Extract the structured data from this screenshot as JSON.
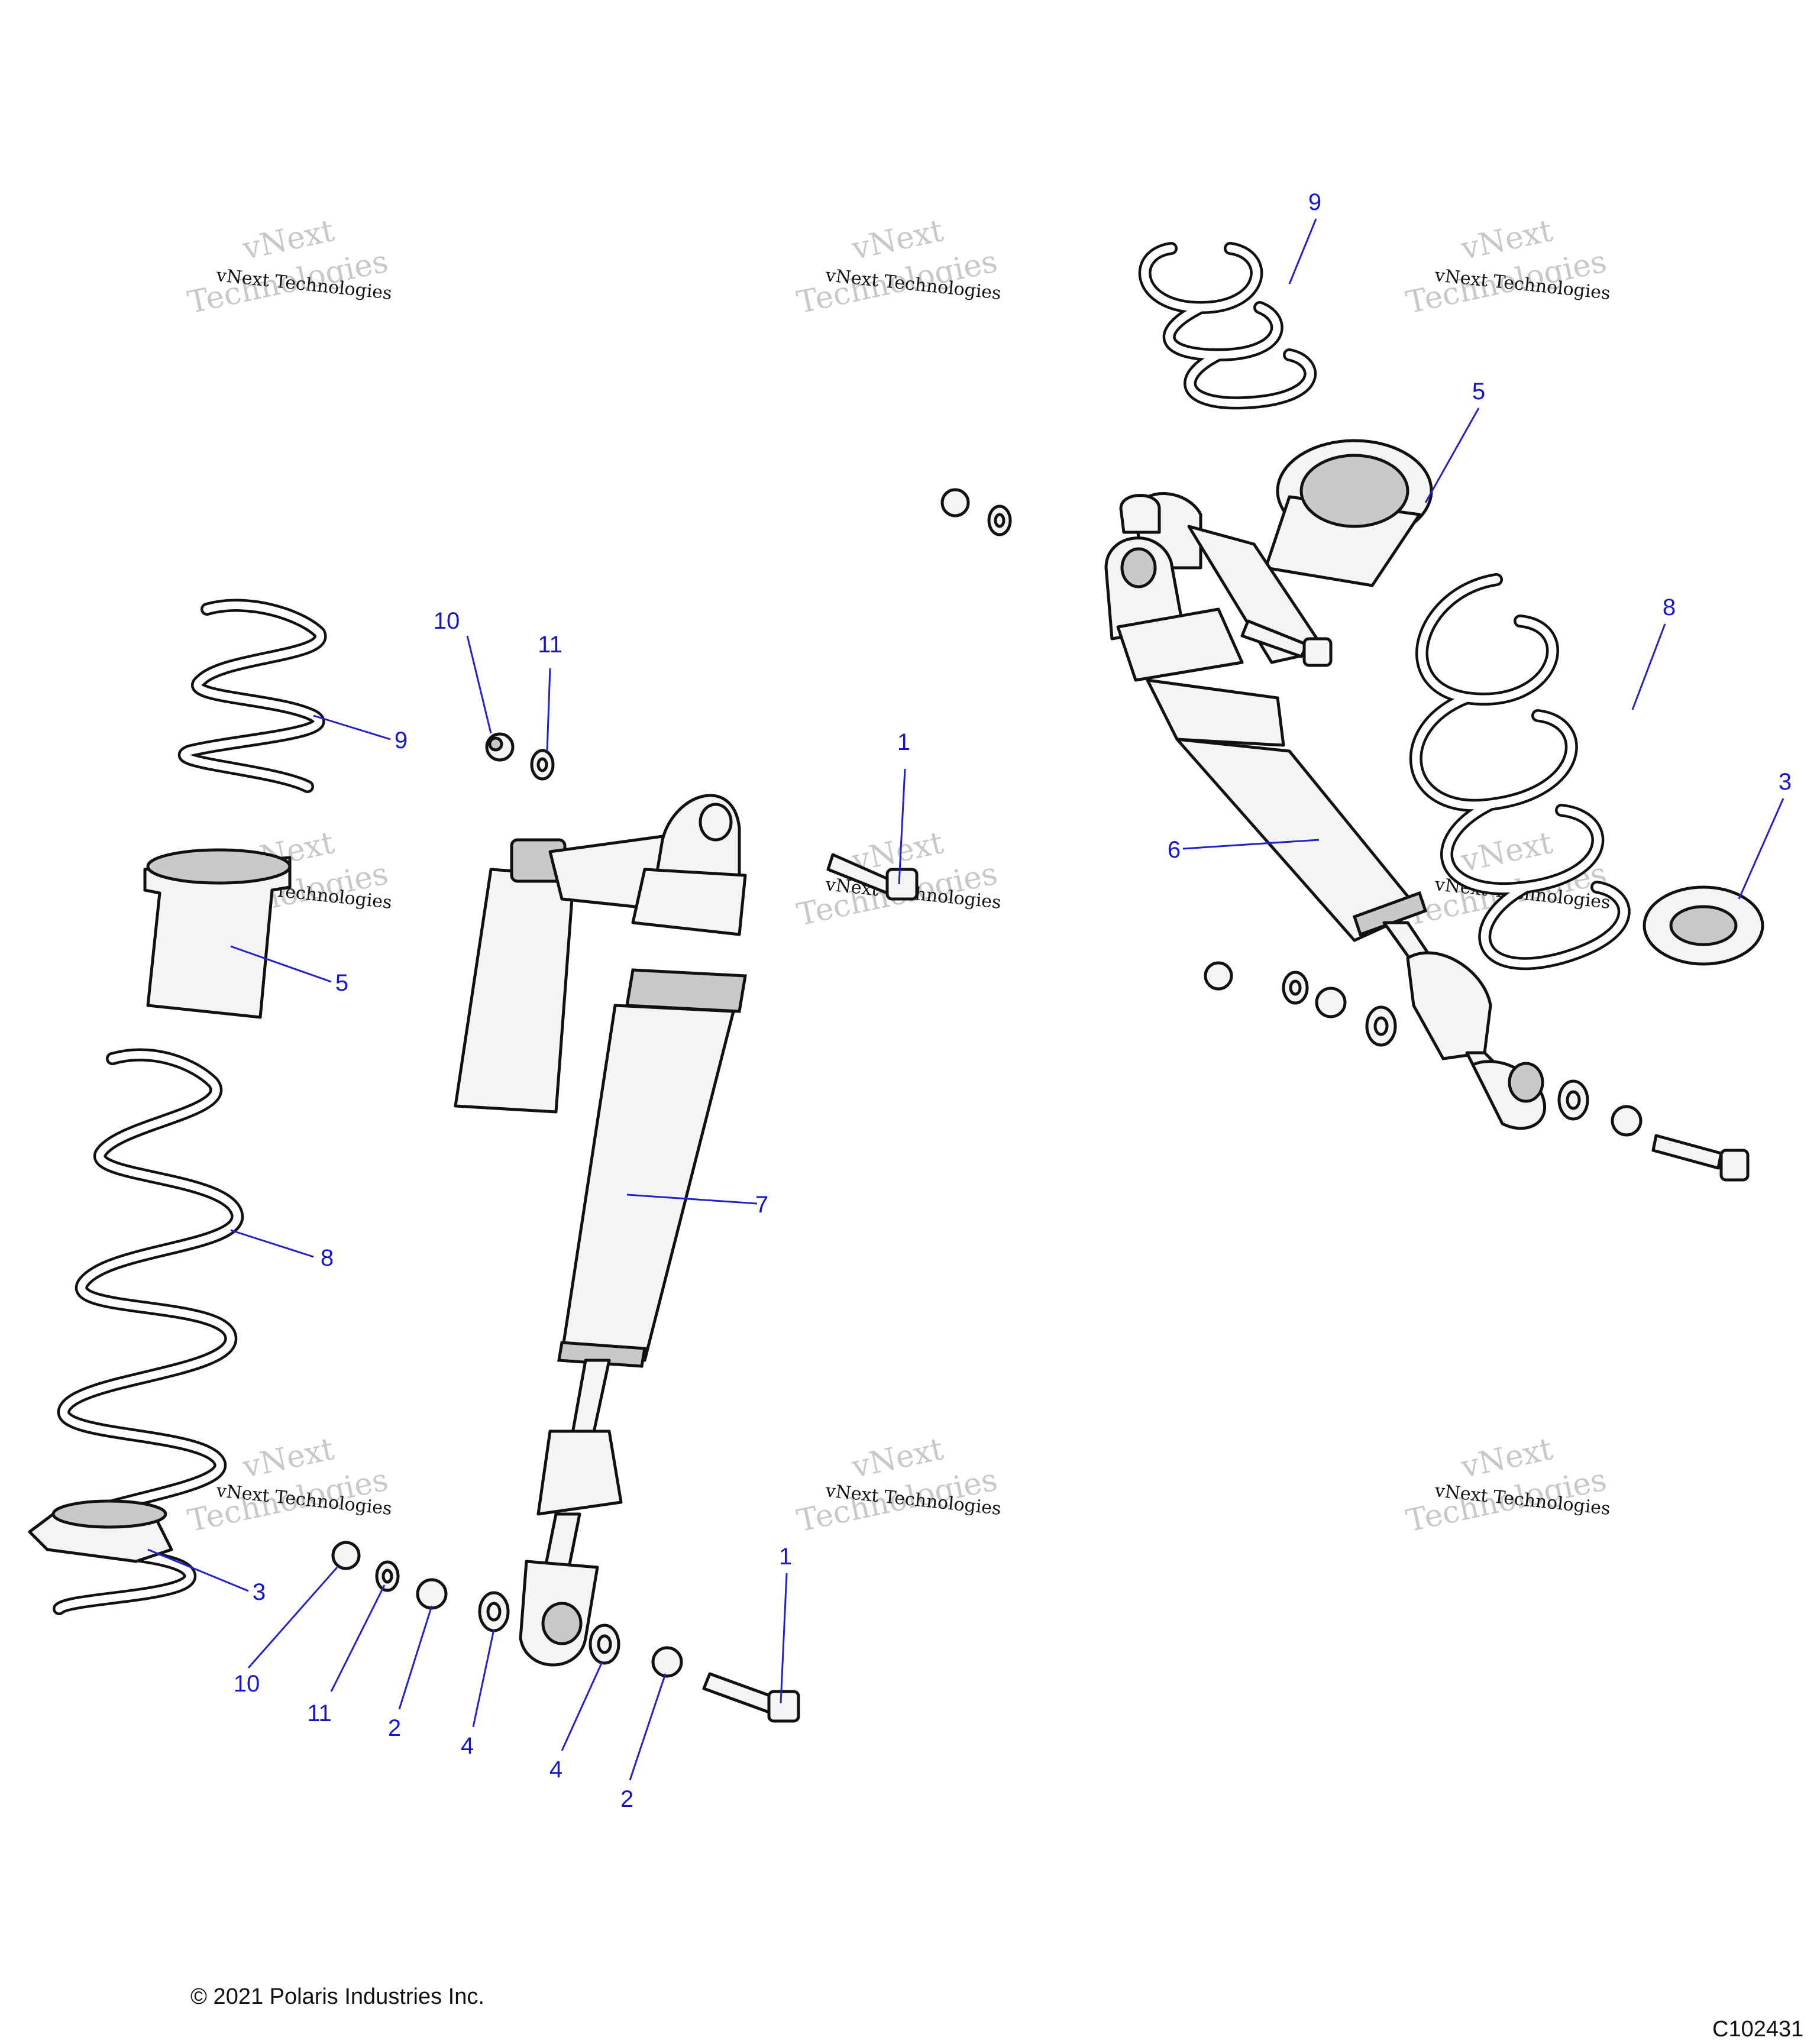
{
  "callouts": {
    "c1a": "1",
    "c1b": "1",
    "c2a": "2",
    "c2b": "2",
    "c3a": "3",
    "c3b": "3",
    "c4a": "4",
    "c4b": "4",
    "c5a": "5",
    "c5b": "5",
    "c6": "6",
    "c7": "7",
    "c8a": "8",
    "c8b": "8",
    "c9a": "9",
    "c9b": "9",
    "c10a": "10",
    "c10b": "10",
    "c11a": "11",
    "c11b": "11"
  },
  "watermark": {
    "brand_line1": "vNext",
    "brand_line2": "Technologies",
    "company": "vNext Technologies"
  },
  "footer": {
    "copyright": "© 2021 Polaris Industries Inc.",
    "diagram_id": "C102431"
  },
  "colors": {
    "line_art": "#111111",
    "part_fill": "#f4f4f4",
    "callout": "#1515d0"
  }
}
